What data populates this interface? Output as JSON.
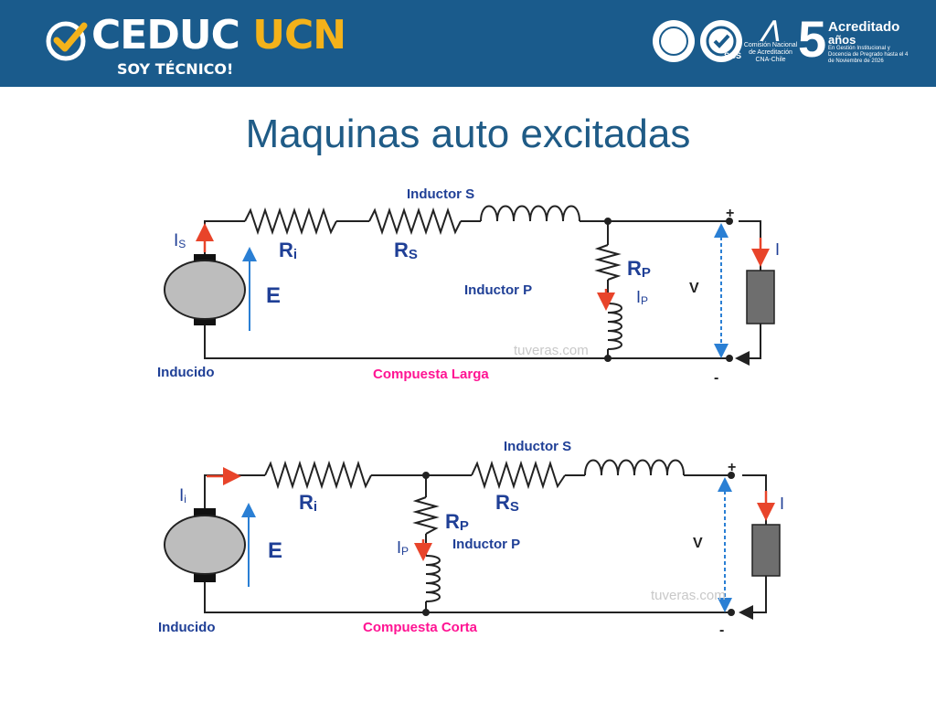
{
  "header": {
    "brand_name": "CEDUC",
    "brand_accent": "UCN",
    "tagline": "SOY TÉCNICO!",
    "sgs_label": "SGS",
    "cna_line1": "Comisión Nacional",
    "cna_line2": "de Acreditación",
    "cna_line3": "CNA-Chile",
    "accreditation_years": "5",
    "accreditation_title": "Acreditado",
    "accreditation_unit": "años",
    "accreditation_detail": "En Gestión Institucional y Docencia de Pregrado hasta el 4 de Noviembre de 2026",
    "colors": {
      "header_bg": "#1a5b8c",
      "accent": "#f3b21a"
    }
  },
  "title": "Maquinas auto excitadas",
  "diagram_top": {
    "caption": "Compuesta Larga",
    "inducido_label": "Inducido",
    "inductor_s_label": "Inductor S",
    "inductor_p_label": "Inductor P",
    "ri_label": "R",
    "ri_sub": "i",
    "rs_label": "R",
    "rs_sub": "S",
    "rp_label": "R",
    "rp_sub": "P",
    "is_label": "I",
    "is_sub": "S",
    "ip_label": "I",
    "ip_sub": "P",
    "e_label": "E",
    "v_label": "V",
    "i_label": "I",
    "plus_label": "+",
    "minus_label": "-",
    "watermark": "tuveras.com"
  },
  "diagram_bottom": {
    "caption": "Compuesta Corta",
    "inducido_label": "Inducido",
    "inductor_s_label": "Inductor S",
    "inductor_p_label": "Inductor P",
    "ri_label": "R",
    "ri_sub": "i",
    "rs_label": "R",
    "rs_sub": "S",
    "rp_label": "R",
    "rp_sub": "P",
    "ii_label": "I",
    "ii_sub": "i",
    "ip_label": "I",
    "ip_sub": "P",
    "e_label": "E",
    "v_label": "V",
    "i_label": "I",
    "plus_label": "+",
    "minus_label": "-",
    "watermark": "tuveras.com"
  },
  "colors": {
    "caption": "#ff1493",
    "label_blue": "#1f3f96",
    "arrow_red": "#e8442a",
    "arrow_blue": "#2a7fd4",
    "wire": "#222222",
    "machine_fill": "#bdbdbd",
    "load_fill": "#6e6e6e"
  }
}
